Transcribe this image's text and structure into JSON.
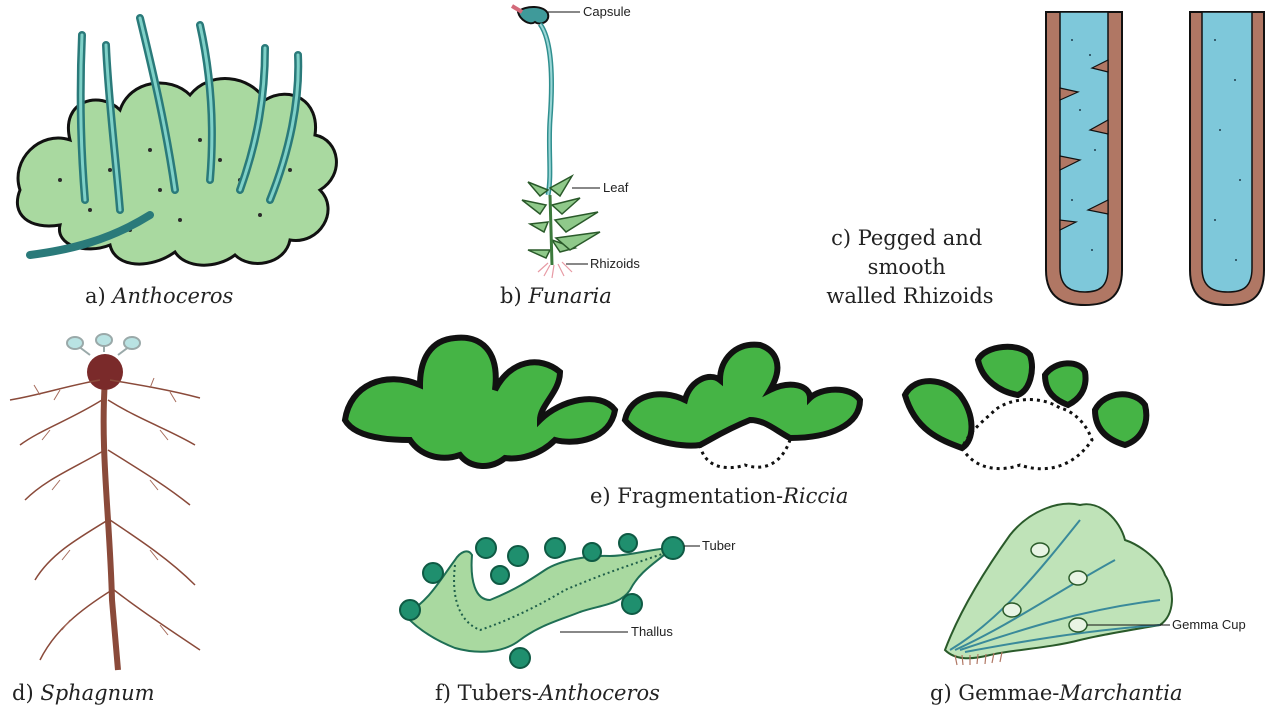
{
  "colors": {
    "thallus_green": "#a9d9a0",
    "fragment_green": "#45b445",
    "tuber_green": "#1f8f6e",
    "capsule_teal": "#3f9a9a",
    "rhizoid_brown": "#b07764",
    "rhizoid_fill": "#7ec8da",
    "sphagnum_brown": "#8a4a3a",
    "outline": "#111111"
  },
  "panels": {
    "a": {
      "prefix": "a) ",
      "name": "Anthoceros"
    },
    "b": {
      "prefix": "b) ",
      "name": "Funaria",
      "labels": {
        "capsule": "Capsule",
        "leaf": "Leaf",
        "rhizoids": "Rhizoids"
      }
    },
    "c": {
      "lines": [
        "c) Pegged and",
        "smooth",
        "walled Rhizoids"
      ]
    },
    "d": {
      "prefix": "d) ",
      "name": "Sphagnum"
    },
    "e": {
      "prefix": "e) Fragmentation-",
      "name": "Riccia"
    },
    "f": {
      "prefix": "f) Tubers-",
      "name": "Anthoceros",
      "labels": {
        "tuber": "Tuber",
        "thallus": "Thallus"
      }
    },
    "g": {
      "prefix": "g) Gemmae-",
      "name": "Marchantia",
      "labels": {
        "gemma_cup": "Gemma Cup"
      }
    }
  }
}
